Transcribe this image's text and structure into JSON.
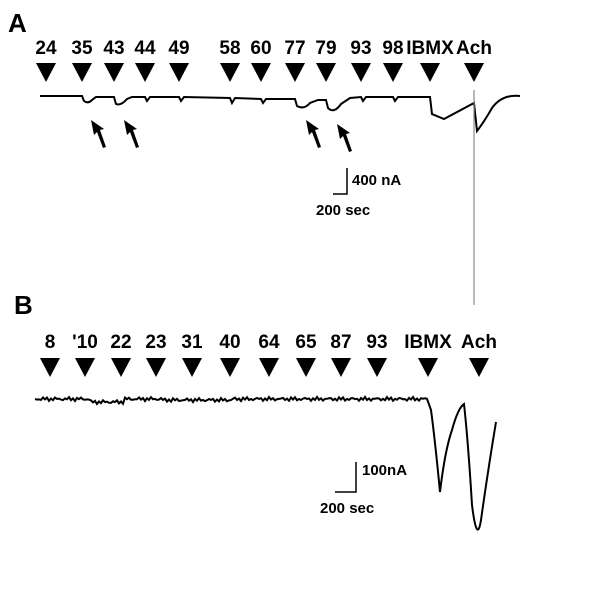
{
  "chart_data": [
    {
      "type": "line",
      "panel_label": "A",
      "stimulus_labels": [
        "24",
        "35",
        "43",
        "44",
        "49",
        "58",
        "60",
        "77",
        "79",
        "93",
        "98",
        "IBMX",
        "Ach"
      ],
      "responding_stimuli": [
        "35",
        "43",
        "77",
        "79"
      ],
      "scale_bar": {
        "y_label": "400 nA",
        "x_label": "200 sec"
      },
      "colors": {
        "trace": "#000000",
        "ach_spike": "#8a8a8a"
      }
    },
    {
      "type": "line",
      "panel_label": "B",
      "stimulus_labels": [
        "8",
        "'10",
        "22",
        "23",
        "31",
        "40",
        "64",
        "65",
        "87",
        "93",
        "IBMX",
        "Ach"
      ],
      "scale_bar": {
        "y_label": "100nA",
        "x_label": "200 sec"
      },
      "colors": {
        "trace": "#000000"
      }
    }
  ]
}
